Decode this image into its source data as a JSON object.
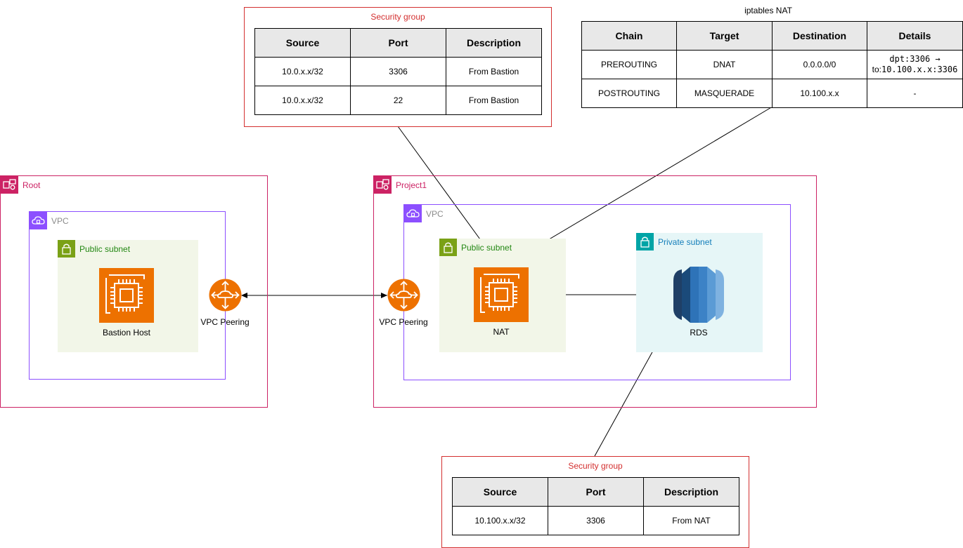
{
  "security_group_top": {
    "title": "Security group",
    "headers": [
      "Source",
      "Port",
      "Description"
    ],
    "rows": [
      [
        "10.0.x.x/32",
        "3306",
        "From Bastion"
      ],
      [
        "10.0.x.x/32",
        "22",
        "From Bastion"
      ]
    ]
  },
  "iptables": {
    "title": "iptables NAT",
    "headers": [
      "Chain",
      "Target",
      "Destination",
      "Details"
    ],
    "rows": [
      {
        "chain": "PREROUTING",
        "target": "DNAT",
        "destination": "0.0.0.0/0",
        "details_line1": "dpt:3306 →",
        "details_line2_prefix": "to:",
        "details_line2_code": "10.100.x.x:3306"
      },
      {
        "chain": "POSTROUTING",
        "target": "MASQUERADE",
        "destination": "10.100.x.x",
        "details": "-"
      }
    ]
  },
  "root_account": {
    "label": "Root",
    "vpc_label": "VPC",
    "subnet_label": "Public subnet",
    "instance_label": "Bastion Host",
    "peering_label": "VPC Peering"
  },
  "project_account": {
    "label": "Project1",
    "vpc_label": "VPC",
    "public_subnet_label": "Public subnet",
    "private_subnet_label": "Private subnet",
    "nat_label": "NAT",
    "rds_label": "RDS",
    "peering_label": "VPC Peering"
  },
  "security_group_bottom": {
    "title": "Security group",
    "headers": [
      "Source",
      "Port",
      "Description"
    ],
    "rows": [
      [
        "10.100.x.x/32",
        "3306",
        "From NAT"
      ]
    ]
  },
  "icons": {
    "account": "account-icon",
    "vpc": "vpc-cloud-icon",
    "subnet": "lock-icon",
    "ec2": "ec2-instance-icon",
    "peering": "vpc-peering-icon",
    "rds": "rds-database-icon"
  },
  "colors": {
    "security_group": "#d32f2f",
    "account": "#cc2264",
    "vpc": "#8c4fff",
    "public_subnet": "#7aa116",
    "private_subnet": "#00a4a6",
    "ec2": "#ed7100",
    "rds": "#2e73b8"
  }
}
